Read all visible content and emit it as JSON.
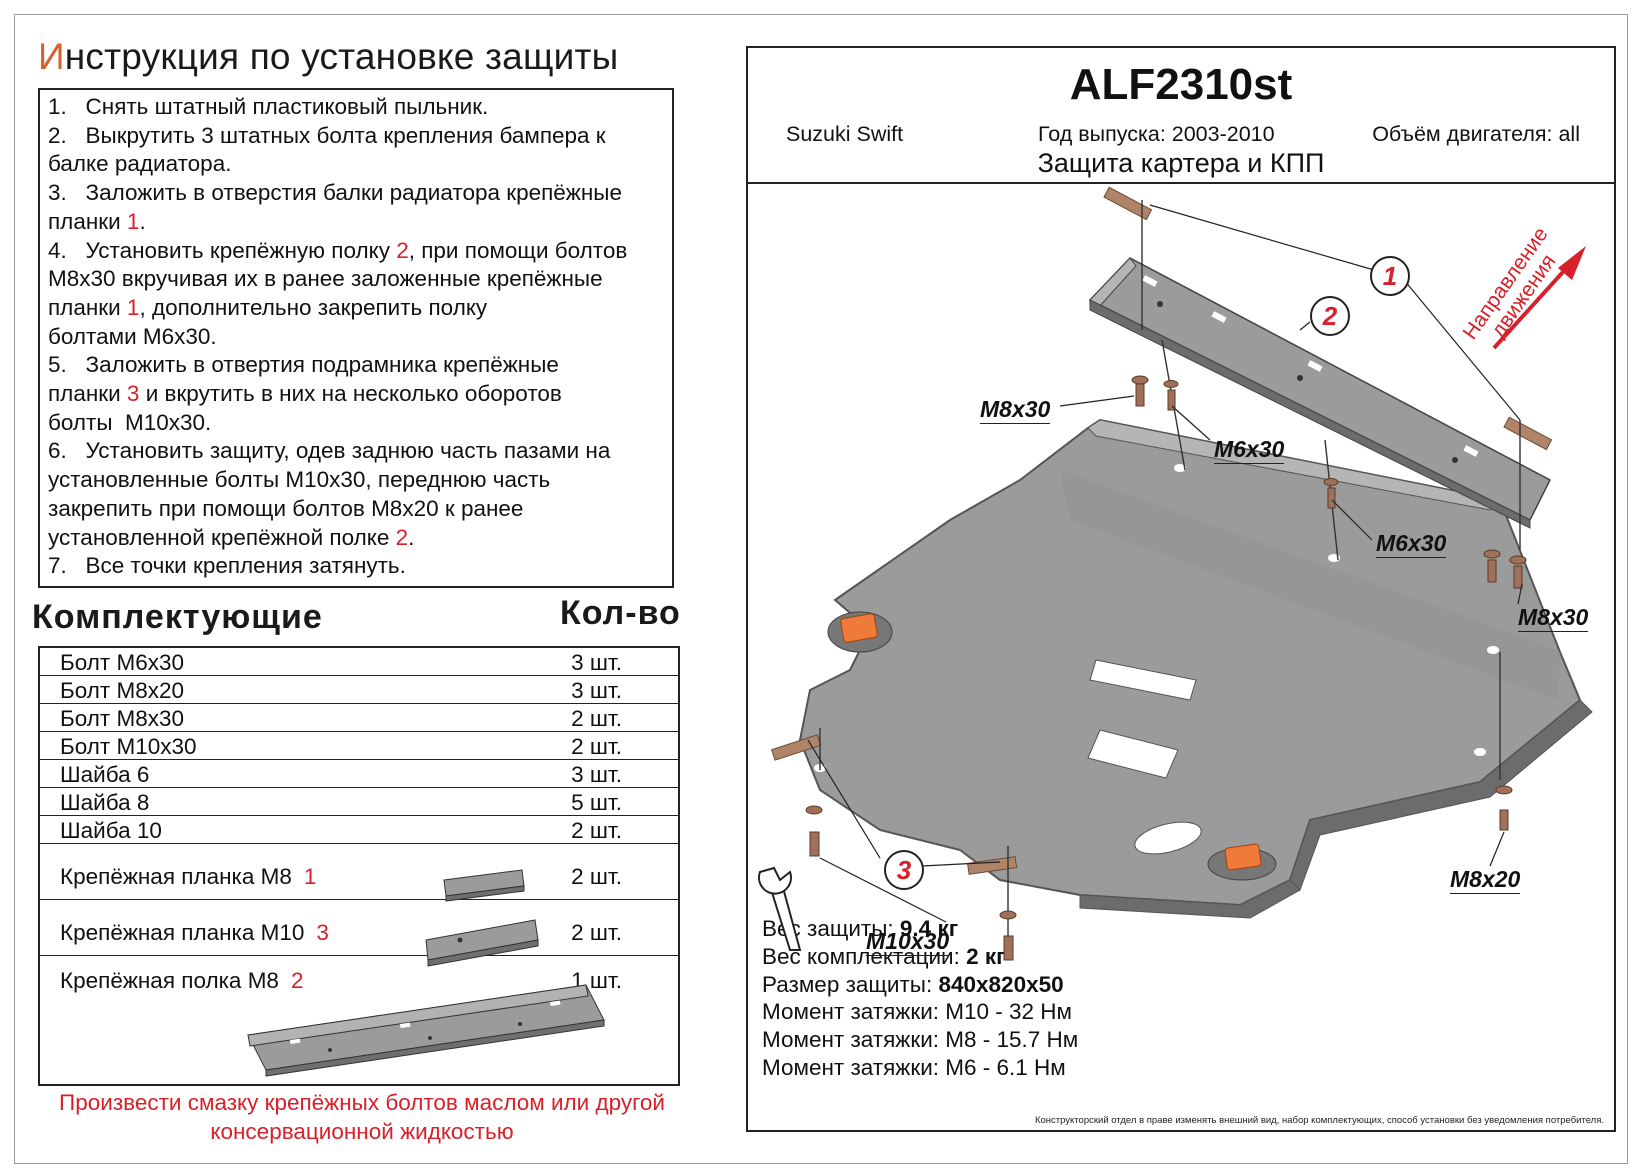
{
  "title": "Инструкция по установке защиты",
  "steps": [
    {
      "segments": [
        {
          "text": "1.   Снять штатный пластиковый пыльник.",
          "red": false
        }
      ]
    },
    {
      "segments": [
        {
          "text": "2.   Выкрутить 3 штатных болта крепления бампера к\nбалке радиатора.",
          "red": false
        }
      ]
    },
    {
      "segments": [
        {
          "text": "3.   Заложить в отверстия балки радиатора крепёжные\nпланки ",
          "red": false
        },
        {
          "text": "1",
          "red": true
        },
        {
          "text": ".",
          "red": false
        }
      ]
    },
    {
      "segments": [
        {
          "text": "4.   Установить крепёжную полку ",
          "red": false
        },
        {
          "text": "2",
          "red": true
        },
        {
          "text": ", при помощи болтов\nМ8х30 вкручивая их в ранее заложенные крепёжные\nпланки ",
          "red": false
        },
        {
          "text": "1",
          "red": true
        },
        {
          "text": ", дополнительно закрепить полку\nболтами М6х30.",
          "red": false
        }
      ]
    },
    {
      "segments": [
        {
          "text": "5.   Заложить в отвертия подрамника крепёжные\nпланки ",
          "red": false
        },
        {
          "text": "3",
          "red": true
        },
        {
          "text": " и вкрутить в них на несколько оборотов\nболты  М10х30.",
          "red": false
        }
      ]
    },
    {
      "segments": [
        {
          "text": "6.   Установить защиту, одев заднюю часть пазами на\nустановленные болты М10х30, переднюю часть\nзакрепить при помощи болтов М8х20 к ранее\nустановленной крепёжной полке ",
          "red": false
        },
        {
          "text": "2",
          "red": true
        },
        {
          "text": ".",
          "red": false
        }
      ]
    },
    {
      "segments": [
        {
          "text": "7.   Все точки крепления затянуть.",
          "red": false
        }
      ]
    }
  ],
  "parts_heading": "Комплектующие",
  "qty_heading": "Кол-во",
  "parts": [
    {
      "name": "Болт М6х30",
      "num": "",
      "qty": "3 шт."
    },
    {
      "name": "Болт М8х20",
      "num": "",
      "qty": "3 шт."
    },
    {
      "name": "Болт М8х30",
      "num": "",
      "qty": "2 шт."
    },
    {
      "name": "Болт М10х30",
      "num": "",
      "qty": "2 шт."
    },
    {
      "name": "Шайба 6",
      "num": "",
      "qty": "3 шт."
    },
    {
      "name": "Шайба 8",
      "num": "",
      "qty": "5 шт."
    },
    {
      "name": "Шайба 10",
      "num": "",
      "qty": "2 шт."
    },
    {
      "name": "Крепёжная планка М8",
      "num": "1",
      "qty": "2 шт."
    },
    {
      "name": "Крепёжная планка М10",
      "num": "3",
      "qty": "2 шт."
    },
    {
      "name": "Крепёжная полка М8",
      "num": "2",
      "qty": "1 шт."
    }
  ],
  "lubricant_note": "Произвести смазку крепёжных болтов маслом или другой консервационной жидкостью",
  "product": {
    "code": "ALF2310st",
    "car": "Suzuki Swift",
    "year": "Год выпуска: 2003-2010",
    "engine": "Объём двигателя: all",
    "subtitle": "Защита картера и КПП"
  },
  "diagram": {
    "callouts": [
      "1",
      "2",
      "3"
    ],
    "bolt_labels": [
      "M8x30",
      "M6x30",
      "M6x30",
      "M8x30",
      "M8x20",
      "M10x30"
    ],
    "direction": "Направление движения",
    "colors": {
      "plate": "#9b9b9b",
      "plate_dark": "#7d7d7d",
      "bracket": "#b08468",
      "pad": "#f07a3a",
      "callout_red": "#d8202a"
    }
  },
  "specs": [
    {
      "label": "Вес защиты: ",
      "value": "9.4 кг"
    },
    {
      "label": "Вес комплектации: ",
      "value": "2 кг"
    },
    {
      "label": "Размер защиты: ",
      "value": "840x820x50"
    },
    {
      "label": "Момент затяжки:  ",
      "value": "М10 - 32 Нм"
    },
    {
      "label": "Момент затяжки:  ",
      "value": "М8 - 15.7 Нм"
    },
    {
      "label": "Момент затяжки:  ",
      "value": "М6 - 6.1 Нм"
    }
  ],
  "disclaimer": "Конструкторский отдел в праве изменять внешний вид, набор комплектующих, способ установки без уведомления потребителя."
}
